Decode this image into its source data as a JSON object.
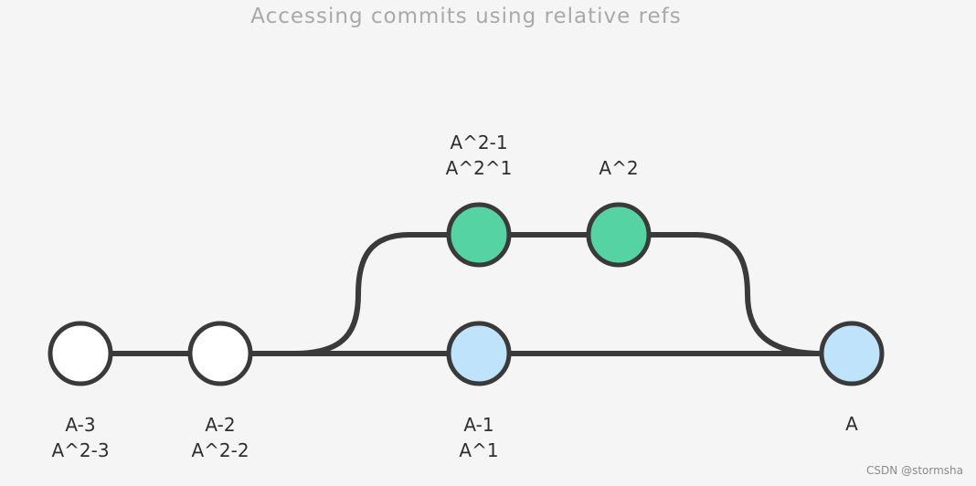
{
  "title": "Accessing commits using relative refs",
  "colors": {
    "background": "#f5f5f5",
    "line": "#3a3a3a",
    "commit_white": "#ffffff",
    "commit_blue": "#bfe3fb",
    "commit_green": "#56d3a3"
  },
  "commits": [
    {
      "id": "a3",
      "color": "white",
      "labels": [
        "A-3",
        "A^2-3"
      ]
    },
    {
      "id": "a2",
      "color": "white",
      "labels": [
        "A-2",
        "A^2-2"
      ]
    },
    {
      "id": "a21",
      "color": "green",
      "labels": [
        "A^2-1",
        "A^2^1"
      ]
    },
    {
      "id": "a2p",
      "color": "green",
      "labels": [
        "A^2"
      ]
    },
    {
      "id": "a1",
      "color": "blue",
      "labels": [
        "A-1",
        "A^1"
      ]
    },
    {
      "id": "a",
      "color": "blue",
      "labels": [
        "A"
      ]
    }
  ],
  "watermark": "CSDN @stormsha"
}
